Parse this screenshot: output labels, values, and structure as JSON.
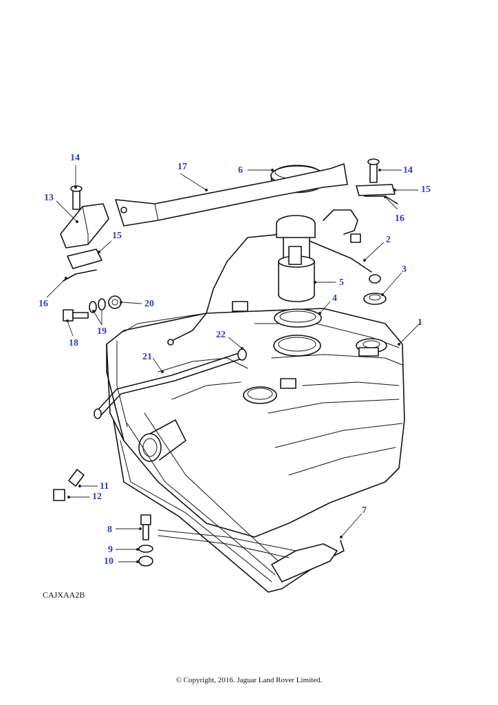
{
  "diagram": {
    "reference_code": "CAJXAA2B",
    "copyright": "© Copyright, 2016. Jaguar Land Rover Limited.",
    "callout_color": "#2b3fbf",
    "callouts": [
      "1",
      "2",
      "3",
      "4",
      "5",
      "6",
      "7",
      "8",
      "9",
      "10",
      "11",
      "12",
      "13",
      "14",
      "14",
      "15",
      "15",
      "16",
      "16",
      "17",
      "18",
      "19",
      "20",
      "21",
      "22"
    ]
  }
}
